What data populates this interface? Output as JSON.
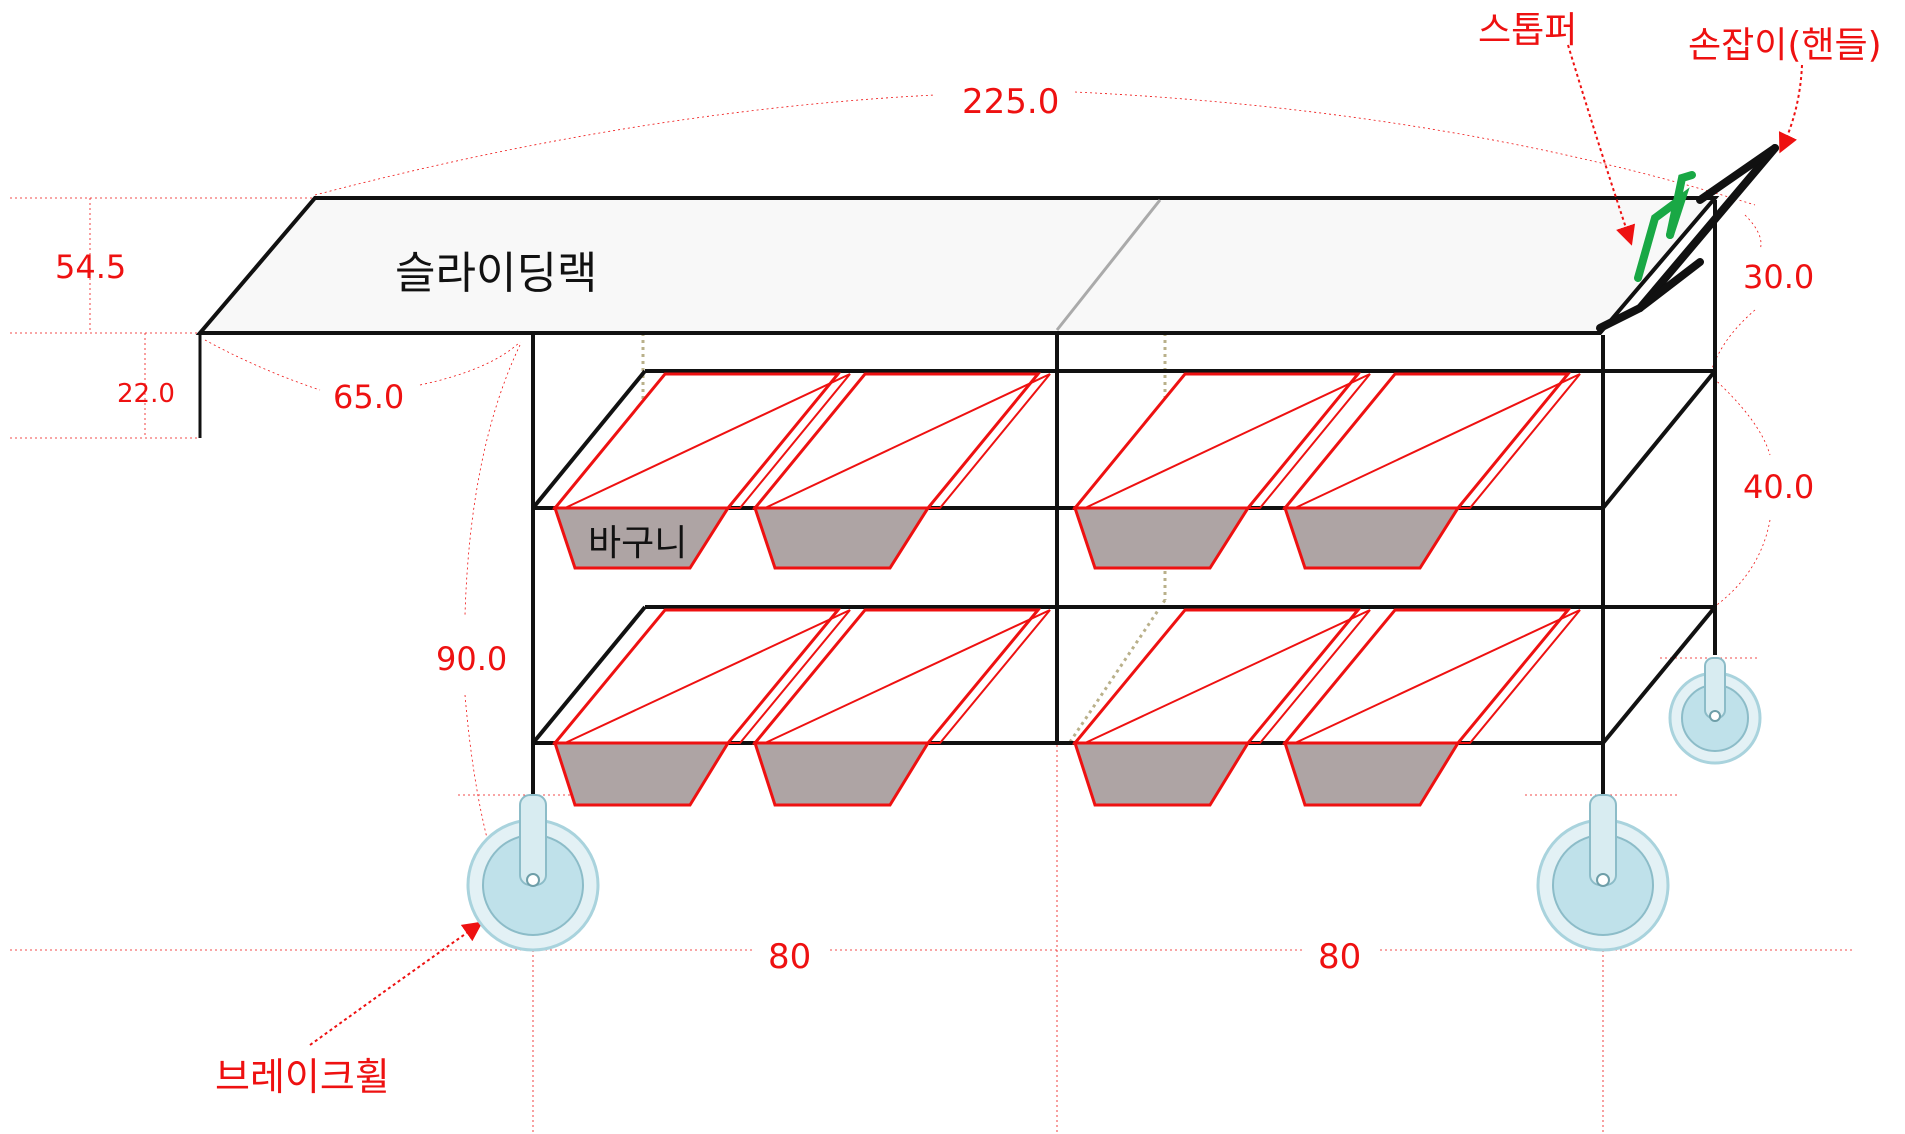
{
  "colors": {
    "frame": "#111111",
    "dimension": "#ee1111",
    "basket_outline": "#ee1111",
    "basket_fill": "#aea4a4",
    "rack_fill": "#f8f8f8",
    "stopper": "#19a845",
    "guide": "#b9b08a",
    "wheel": "#a9d3dd"
  },
  "icons": {
    "wheel": "caster-wheel-icon",
    "stopper": "stopper-icon",
    "handle": "handle-icon"
  },
  "labels": {
    "sliding_rack": "슬라이딩랙",
    "basket": "바구니",
    "stopper": "스톱퍼",
    "handle": "손잡이(핸들)",
    "brake_wheel": "브레이크휠"
  },
  "dimensions": {
    "overall_length": "225.0",
    "rack_height": "54.5",
    "rack_drop": "22.0",
    "rack_overhang": "65.0",
    "handle_height": "30.0",
    "shelf_spacing": "40.0",
    "frame_height": "90.0",
    "bay_left": "80",
    "bay_right": "80"
  }
}
